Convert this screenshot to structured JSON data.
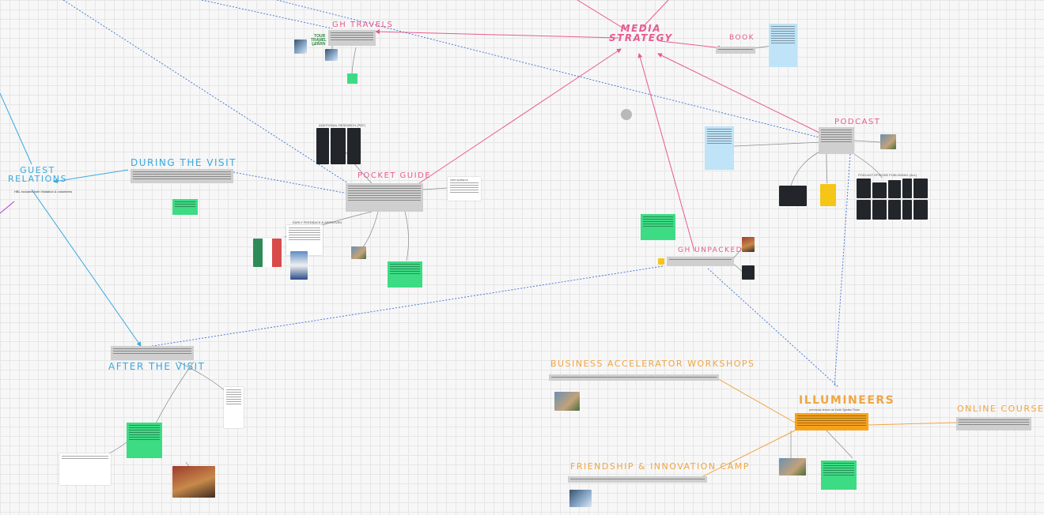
{
  "topics": {
    "media_strategy": "MEDIA\nSTRATEGY",
    "gh_travels": "GH TRAVELS",
    "book": "BOOK",
    "podcast": "PODCAST",
    "guest_relations": "GUEST\nRELATIONS",
    "during_the_visit": "DURING THE VISIT",
    "pocket_guide": "POCKET GUIDE",
    "gh_unpacked": "GH UNPACKED",
    "after_the_visit": "AFTER THE VISIT",
    "business_accelerator": "BUSINESS ACCELERATOR WORKSHOPS",
    "illumineers": "ILLUMINEERS",
    "online_course": "ONLINE COURSE",
    "friendship_camp": "FRIENDSHIP & INNOVATION CAMP"
  },
  "labels": {
    "travel_logo": "TOUR\nTRAVEL\nLEARN",
    "additional_research": "ADDITIONAL RESEARCH (PDF)",
    "early_feedback": "EARLY FEEDBACK & APPROVED",
    "podcast_episodes": "PODCAST EPISODE PUBLISHING (ALL)",
    "visit_surveys": "VISIT SURVEYS",
    "illumineers_sub": "previously known as Youth Speaks Flows",
    "guest_relations_sub": "HBL included both Visitation & volunteers"
  },
  "colors": {
    "pink": "#e85a90",
    "blue": "#3aa9dd",
    "orange": "#f2a541",
    "green": "#3ddc84"
  }
}
